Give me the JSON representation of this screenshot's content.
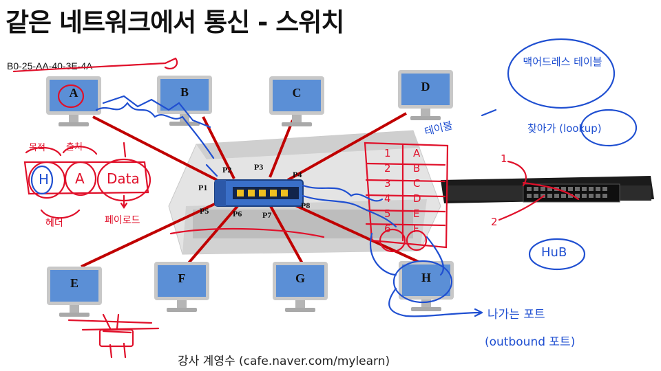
{
  "slide": {
    "title": "같은 네트워크에서 통신 - 스위치",
    "mac_address": "B0-25-AA-40-3E-4A",
    "credit": "강사 계영수 (cafe.naver.com/mylearn)"
  },
  "computers": [
    "A",
    "B",
    "C",
    "D",
    "E",
    "F",
    "G",
    "H"
  ],
  "ports": [
    "P1",
    "P2",
    "P3",
    "P4",
    "P5",
    "P6",
    "P7",
    "P8"
  ],
  "mac_table": {
    "rows": [
      [
        "1",
        "A"
      ],
      [
        "2",
        "B"
      ],
      [
        "3",
        "C"
      ],
      [
        "4",
        "D"
      ],
      [
        "5",
        "E"
      ],
      [
        "6",
        "F"
      ]
    ]
  },
  "handwritten": {
    "mac_table_label": "맥어드레스 테이블",
    "lookup": "찾아가 (lookup)",
    "table_word": "테이블",
    "hub": "HuB",
    "outbound_ko": "나가는 포트",
    "outbound_en": "(outbound 포트)",
    "frame_parts": [
      "H",
      "A",
      "Data"
    ],
    "frame_dst": "목적",
    "frame_src": "출처",
    "header": "헤더",
    "payload": "페이로드",
    "switch_arrows": [
      "1",
      "2"
    ]
  },
  "colors": {
    "screen": "#5b8fd6",
    "link": "#c00000",
    "pen_red": "#e0102a",
    "pen_blue": "#1f4fd1"
  }
}
